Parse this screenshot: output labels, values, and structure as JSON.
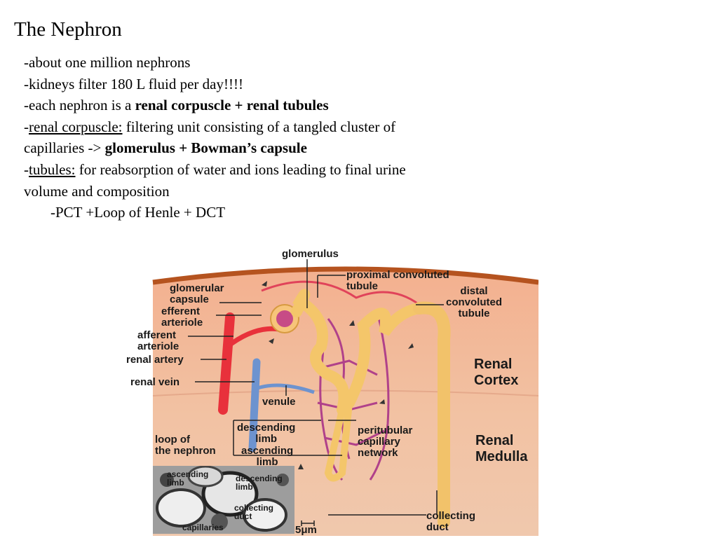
{
  "title": "The Nephron",
  "notes": {
    "l1": "-about one million nephrons",
    "l2": "-kidneys filter 180 L fluid per day!!!!",
    "l3_pre": "-each nephron is a ",
    "l3_bold": "renal corpuscle + renal tubules",
    "l4_dash": "-",
    "l4_u": "renal corpuscle:",
    "l4_rest": " filtering unit consisting of a tangled cluster of capillaries -> ",
    "l4_bold": "glomerulus + Bowman’s capsule",
    "l5_dash": "-",
    "l5_u": "tubules:",
    "l5_rest": " for reabsorption of water and ions leading to final urine volume and composition",
    "l6": "-PCT +Loop of Henle + DCT"
  },
  "figure": {
    "labels": {
      "glomerulus": "glomerulus",
      "proximal": "proximal convoluted\ntubule",
      "glomerular_capsule": "glomerular\ncapsule",
      "efferent": "efferent\narteriole",
      "distal": "distal\nconvoluted\ntubule",
      "afferent": "afferent\narteriole",
      "renal_artery": "renal artery",
      "renal_vein": "renal vein",
      "venule": "venule",
      "renal_cortex": "Renal\nCortex",
      "loop": "loop of\nthe nephron",
      "descending": "descending\nlimb",
      "ascending": "ascending\nlimb",
      "peritubular": "peritubular\ncapillary\nnetwork",
      "renal_medulla": "Renal\nMedulla",
      "collecting_duct": "collecting\nduct",
      "scale": "5μm"
    },
    "micro_labels": {
      "ascending": "ascending\nlimb",
      "descending": "descending\nlimb",
      "collecting": "collecting\nduct",
      "capillaries": "capillaries"
    }
  }
}
